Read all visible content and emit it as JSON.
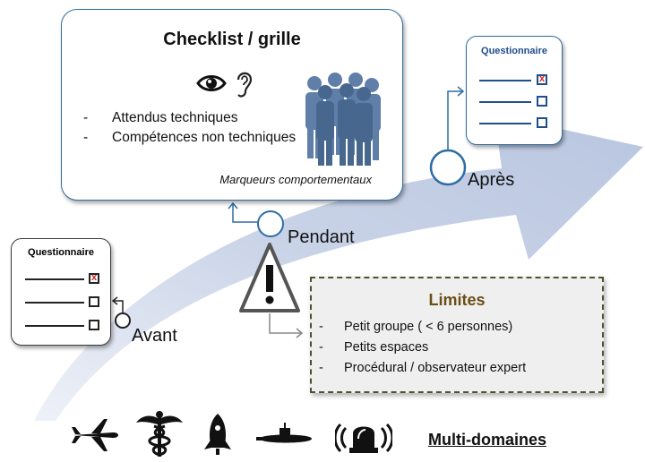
{
  "checklist": {
    "title": "Checklist / grille",
    "items": [
      "Attendus techniques",
      "Compétences non techniques"
    ],
    "footer": "Marqueurs comportementaux"
  },
  "questionnaire_avant": {
    "title": "Questionnaire"
  },
  "questionnaire_apres": {
    "title": "Questionnaire"
  },
  "stages": {
    "avant": "Avant",
    "pendant": "Pendant",
    "apres": "Après"
  },
  "limites": {
    "title": "Limites",
    "items": [
      "Petit groupe ( < 6 personnes)",
      "Petits espaces",
      "Procédural / observateur expert"
    ]
  },
  "domains": {
    "label": "Multi-domaines",
    "icons": [
      "airplane-icon",
      "caduceus-icon",
      "rocket-icon",
      "submarine-icon",
      "alarm-light-icon"
    ]
  },
  "colors": {
    "arrow": "#cdd6e8",
    "accent_blue": "#2e6da4",
    "limits_title": "#6b4e17",
    "limits_border": "#4f5230",
    "check_mark": "#dd2222",
    "people": "#5f7fa8"
  }
}
